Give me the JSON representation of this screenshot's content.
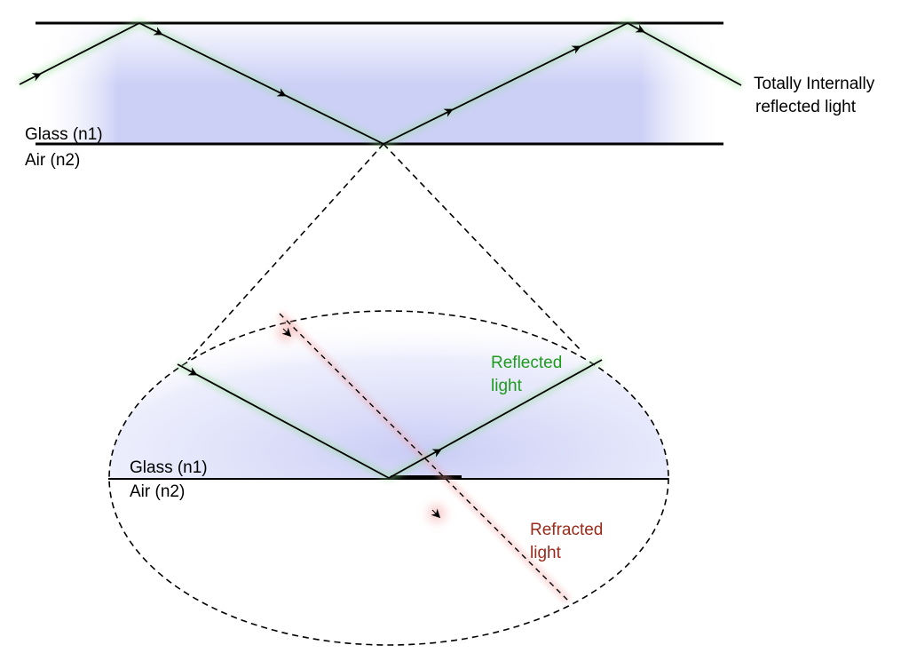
{
  "top_panel": {
    "medium_upper": "Glass (n1)",
    "medium_lower": "Air (n2)",
    "tir_label_line1": "Totally Internally",
    "tir_label_line2": "reflected light"
  },
  "zoom_panel": {
    "medium_upper": "Glass (n1)",
    "medium_lower": "Air (n2)",
    "reflected_line1": "Reflected",
    "reflected_line2": "light",
    "refracted_line1": "Refracted",
    "refracted_line2": "light"
  },
  "colors": {
    "text": "#000000",
    "reflected": "#1f9a1f",
    "refracted": "#9a2a1a",
    "glass_tint": "#c9ccf5",
    "glow_green": "#8fe08f",
    "glow_red": "#f4a0a0"
  }
}
